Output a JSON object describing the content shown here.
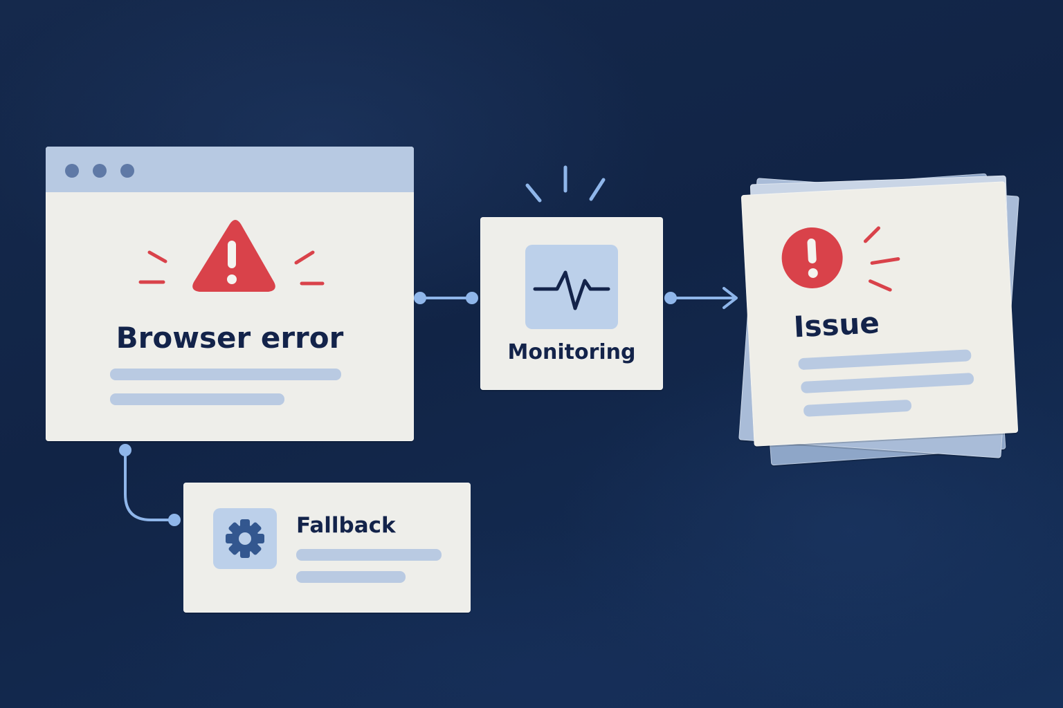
{
  "nodes": {
    "browser": {
      "label": "Browser error"
    },
    "monitoring": {
      "label": "Monitoring"
    },
    "issue": {
      "label": "Issue"
    },
    "fallback": {
      "label": "Fallback"
    }
  },
  "icons": {
    "browser_dots": "window-dots-icon",
    "warning": "warning-triangle-icon",
    "pulse": "heartbeat-pulse-icon",
    "alert": "alert-circle-icon",
    "gear": "gear-icon"
  },
  "colors": {
    "background": "#14294d",
    "card": "#eeeeea",
    "accent_light": "#b9cae2",
    "alert_red": "#d9424a",
    "text_dark": "#13234a",
    "connector": "#8fb6ea"
  }
}
